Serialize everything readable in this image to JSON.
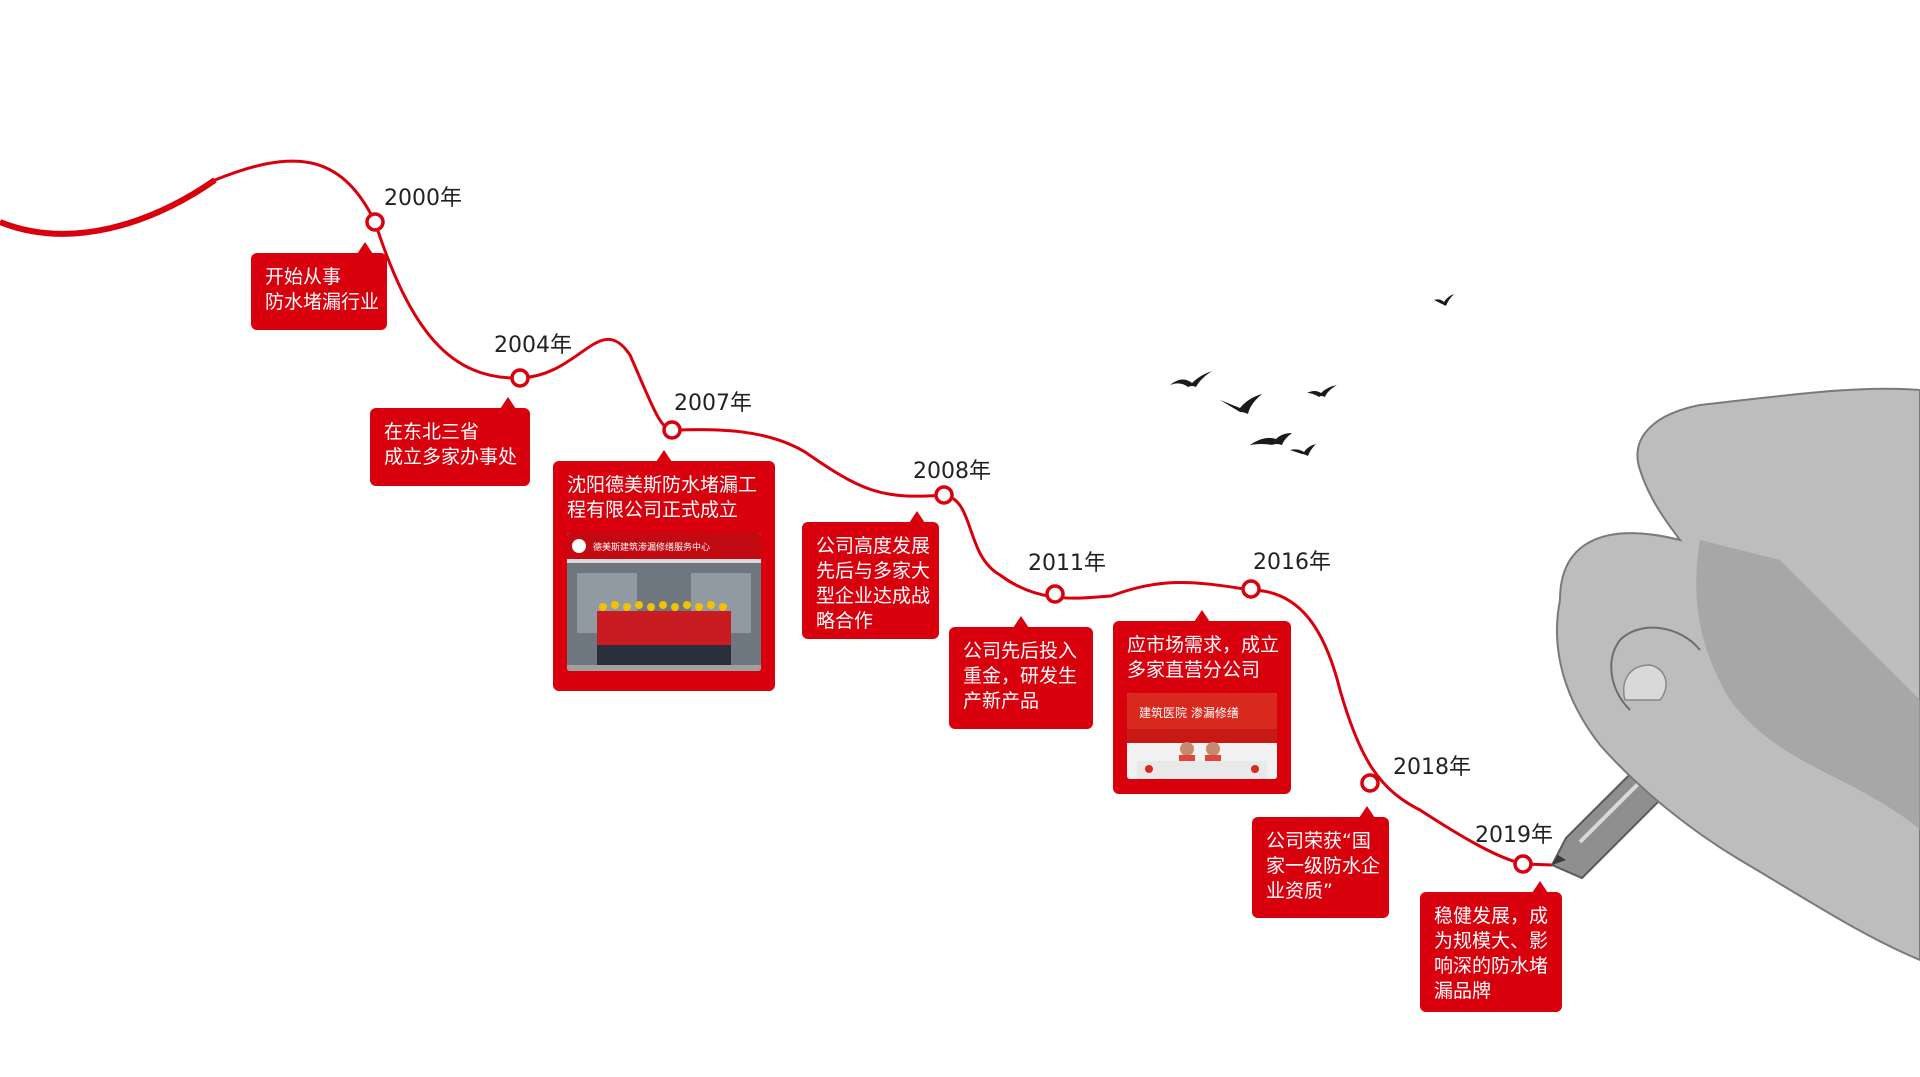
{
  "colors": {
    "accent": "#d9000d",
    "text": "#222222"
  },
  "timeline": [
    {
      "year": "2000年",
      "lines": [
        "开始从事",
        "防水堵漏行业"
      ]
    },
    {
      "year": "2004年",
      "lines": [
        "在东北三省",
        "成立多家办事处"
      ]
    },
    {
      "year": "2007年",
      "lines": [
        "沈阳德美斯防水堵漏工",
        "程有限公司正式成立"
      ],
      "photo": {
        "sign": "德美斯建筑渗漏修缮服务中心"
      }
    },
    {
      "year": "2008年",
      "lines": [
        "公司高度发展",
        "先后与多家大",
        "型企业达成战",
        "略合作"
      ]
    },
    {
      "year": "2011年",
      "lines": [
        "公司先后投入",
        "重金，研发生",
        "产新产品"
      ]
    },
    {
      "year": "2016年",
      "lines": [
        "应市场需求，成立",
        "多家直营分公司"
      ],
      "photo": {
        "sign": "建筑医院  渗漏修缮"
      }
    },
    {
      "year": "2018年",
      "lines": [
        "公司荣获“国",
        "家一级防水企",
        "业资质”"
      ]
    },
    {
      "year": "2019年",
      "lines": [
        "稳健发展，成",
        "为规模大、影",
        "响深的防水堵",
        "漏品牌"
      ]
    }
  ]
}
